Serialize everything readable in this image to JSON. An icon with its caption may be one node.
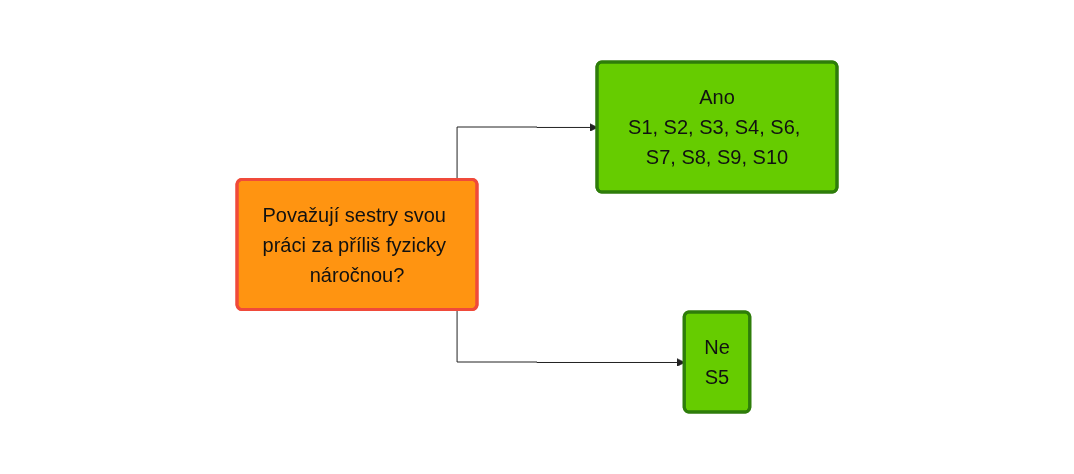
{
  "diagram": {
    "nodes": [
      {
        "text": [
          "Považují sestry svou práci za příliš fyzicky náročnou?"
        ]
      },
      {
        "text": [
          "Ano",
          "S1, S2, S3, S4, S6, S7, S8, S9, S10"
        ]
      },
      {
        "text": [
          "Ne",
          "S5"
        ]
      }
    ],
    "edges": [
      {
        "from": 0,
        "to": 1,
        "arrow": "to"
      },
      {
        "from": 0,
        "to": 2,
        "arrow": "to"
      }
    ]
  }
}
